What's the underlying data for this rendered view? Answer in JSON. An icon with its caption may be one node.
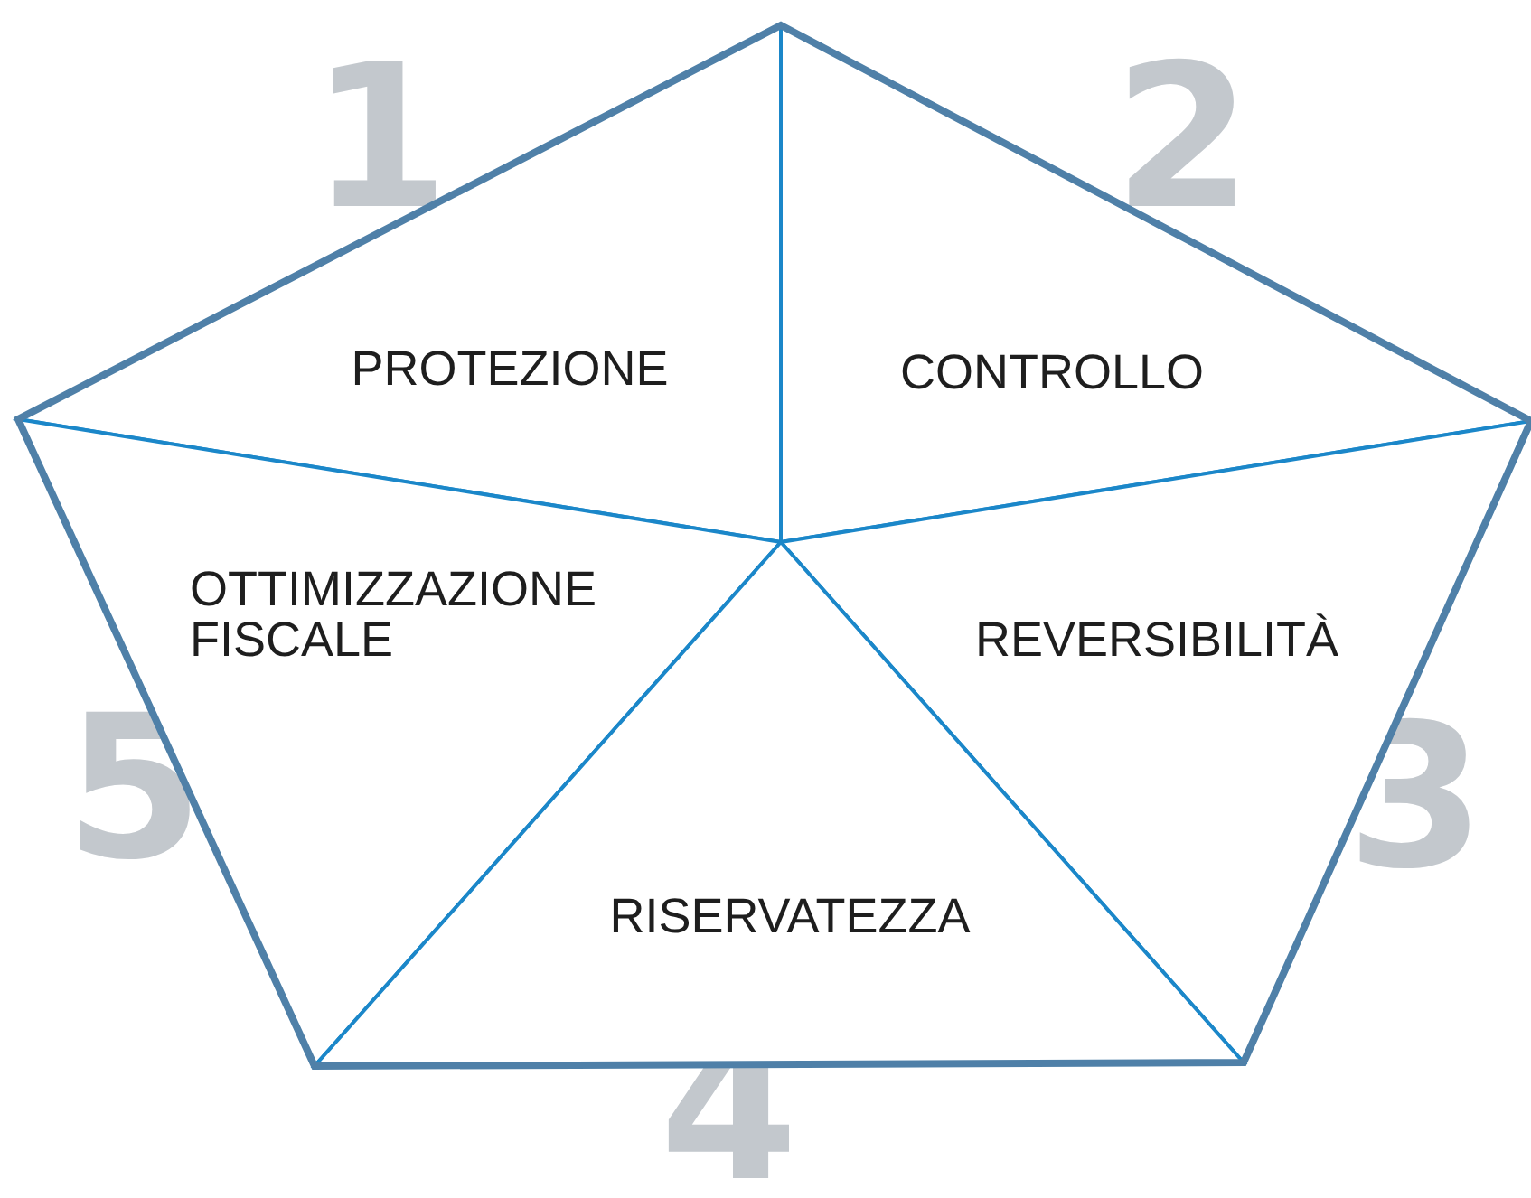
{
  "diagram": {
    "nodes": [
      {
        "text": [
          "PROTEZIONE"
        ]
      },
      {
        "text": [
          "CONTROLLO"
        ]
      },
      {
        "text": [
          "OTTIMIZZAZIONE FISCALE"
        ]
      },
      {
        "text": [
          "REVERSIBILITÀ"
        ]
      },
      {
        "text": [
          "RISERVATEZZA"
        ]
      }
    ],
    "edges": [],
    "labels": [
      "1",
      "2",
      "3",
      "4",
      "5"
    ]
  }
}
